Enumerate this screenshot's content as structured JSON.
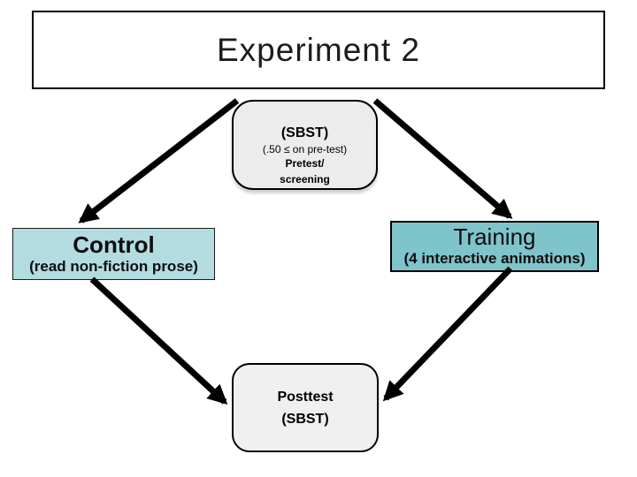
{
  "title": {
    "text": "Experiment 2"
  },
  "pretest_box": {
    "acronym": "(SBST)",
    "criterion": "(.50 ≤ on pre-test)",
    "label_line1": "Pretest/",
    "label_line2": "screening",
    "fill_color": "#ececec"
  },
  "control_box": {
    "title": "Control",
    "subtitle": "(read non-fiction prose)",
    "fill_color": "#b3dce1"
  },
  "training_box": {
    "title": "Training",
    "subtitle": "(4 interactive animations)",
    "fill_color": "#7fc4cb"
  },
  "posttest_box": {
    "line1": "Posttest",
    "line2": "(SBST)",
    "fill_color": "#f0f0f0"
  },
  "arrows": {
    "color": "#000000",
    "items": [
      {
        "name": "pretest-to-control"
      },
      {
        "name": "pretest-to-training"
      },
      {
        "name": "control-to-posttest"
      },
      {
        "name": "training-to-posttest"
      }
    ]
  }
}
